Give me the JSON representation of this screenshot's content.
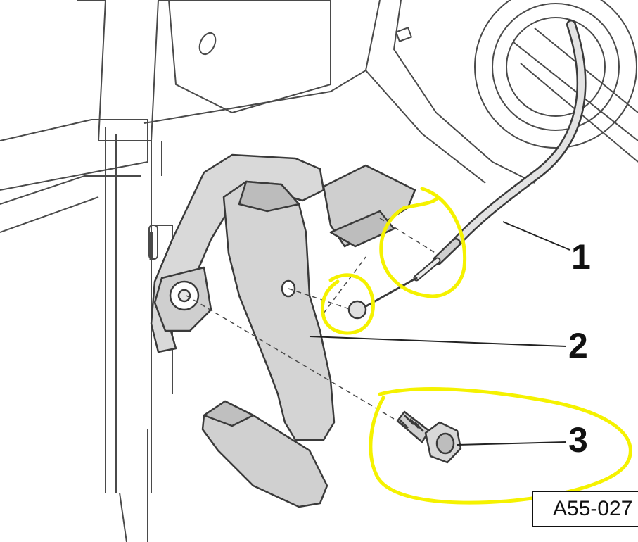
{
  "diagram": {
    "callouts": [
      {
        "id": "1",
        "label": "1"
      },
      {
        "id": "2",
        "label": "2"
      },
      {
        "id": "3",
        "label": "3"
      }
    ],
    "figure_reference": "A55-027",
    "colors": {
      "line": "#3a3a3a",
      "part_fill": "#d9d9d9",
      "part_fill_dark": "#b9b9b9",
      "highlight": "#f5f200",
      "background": "#ffffff"
    }
  }
}
